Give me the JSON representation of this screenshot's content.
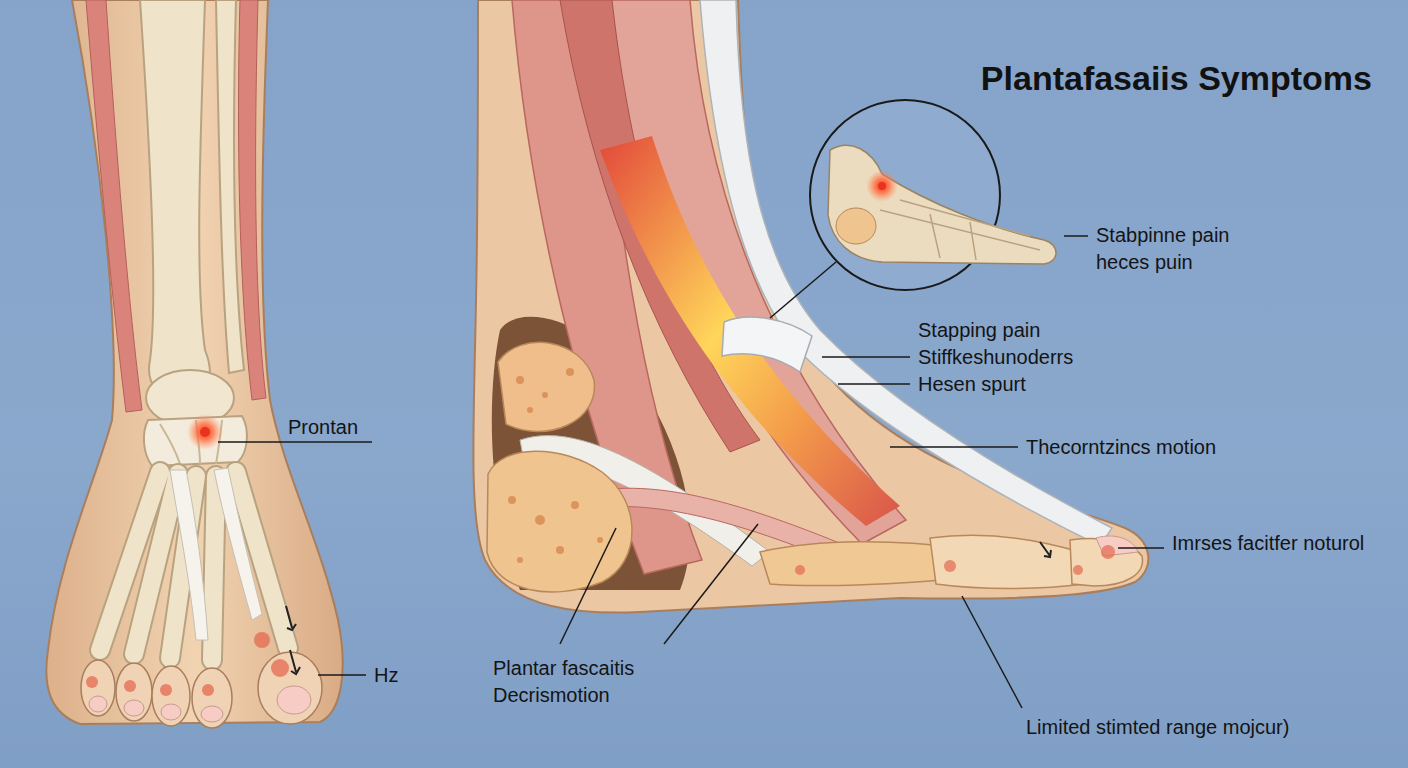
{
  "diagram": {
    "title": "Plantafasaiis Symptoms",
    "labels": [
      "Stabpinne pain heces puin",
      "Stapping pain",
      "Stiffkeshunoderrs",
      "Hesen spurt",
      "Prontan",
      "Thecorntzincs motion",
      "Imrses facitfer noturol",
      "Hz",
      "Plantar fascaitis Decrismotion",
      "Limited stimted range mojcur)"
    ]
  }
}
